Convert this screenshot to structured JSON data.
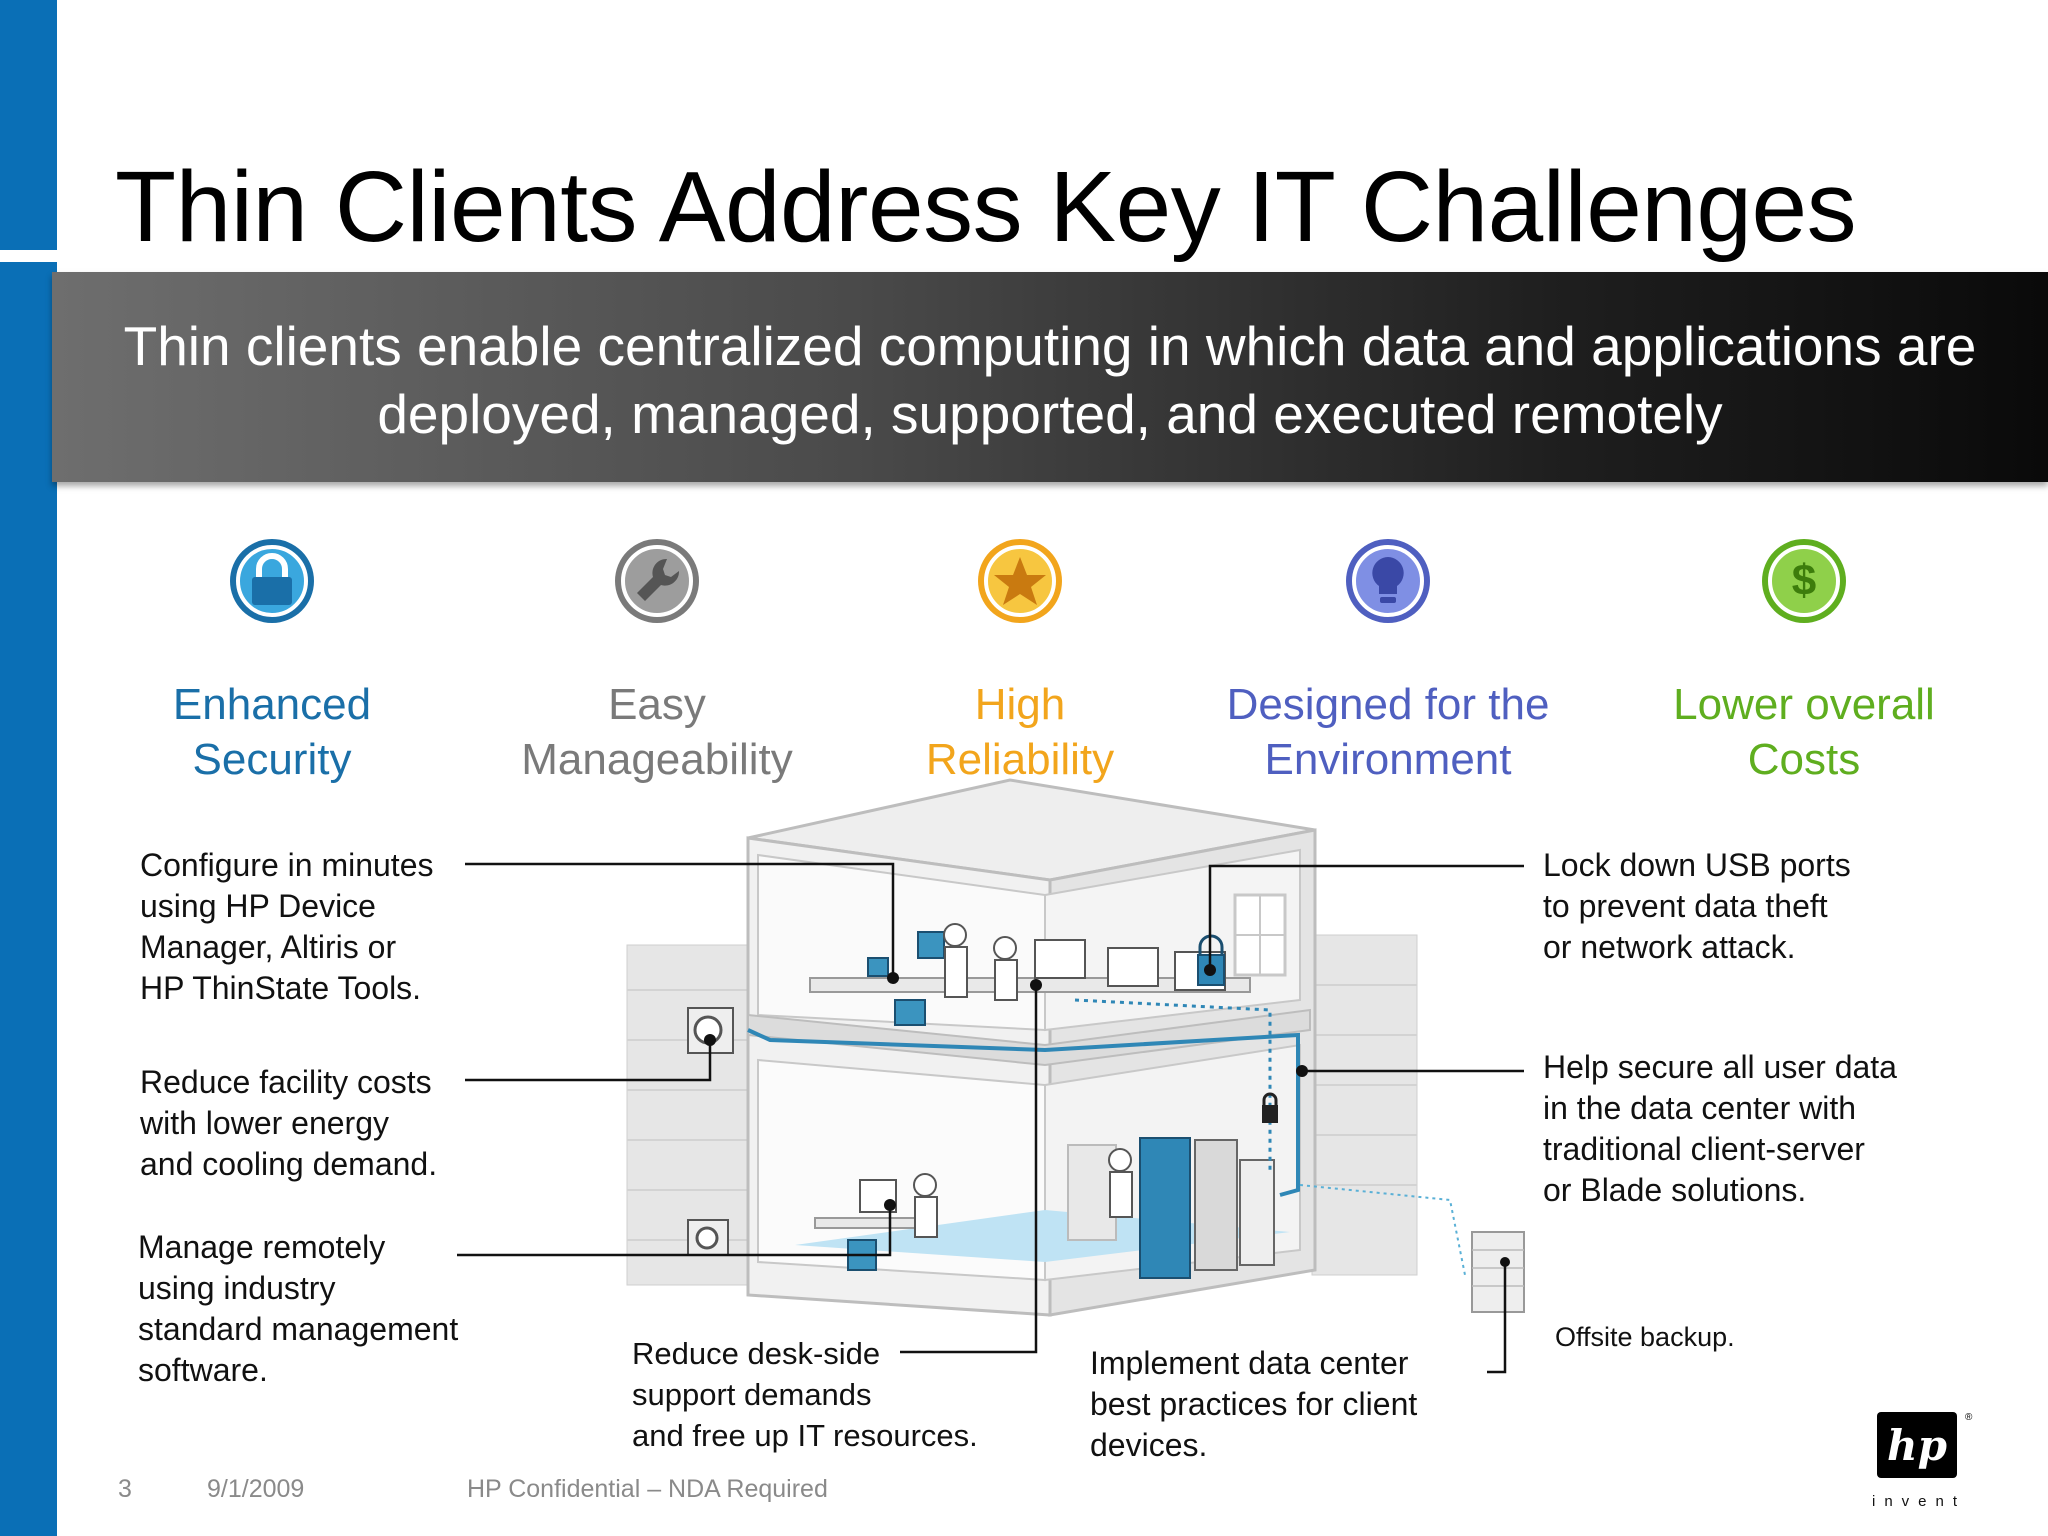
{
  "slide": {
    "title": "Thin Clients Address Key IT Challenges",
    "banner": "Thin clients enable centralized computing in which data and applications are\ndeployed, managed, supported, and executed remotely"
  },
  "benefits": [
    {
      "label": "Enhanced\nSecurity",
      "icon": "lock-icon",
      "color": "#1a6fa8"
    },
    {
      "label": "Easy\nManageability",
      "icon": "wrench-icon",
      "color": "#7a7a7a"
    },
    {
      "label": "High\nReliability",
      "icon": "star-icon",
      "color": "#f2a51c"
    },
    {
      "label": "Designed for the\nEnvironment",
      "icon": "lightbulb-icon",
      "color": "#4f5fc0"
    },
    {
      "label": "Lower overall\nCosts",
      "icon": "dollar-icon",
      "color": "#5fae1f"
    }
  ],
  "callouts": {
    "configure": "Configure in minutes\nusing HP Device\nManager, Altiris or\nHP ThinState Tools.",
    "facility": "Reduce facility costs\nwith lower energy\nand cooling demand.",
    "remote": "Manage remotely\nusing industry\nstandard management\nsoftware.",
    "deskside": "Reduce desk-side\nsupport demands\nand free up IT resources.",
    "datacenter": "Implement data center\nbest practices for client\ndevices.",
    "usb": "Lock down USB ports\nto prevent data theft\nor network attack.",
    "secure": "Help secure all user data\nin the data center with\ntraditional client-server\nor Blade solutions.",
    "offsite": "Offsite backup."
  },
  "footer": {
    "page_number": "3",
    "date": "9/1/2009",
    "confidential": "HP Confidential – NDA Required"
  },
  "logo": {
    "mark": "hp",
    "tagline": "invent"
  }
}
